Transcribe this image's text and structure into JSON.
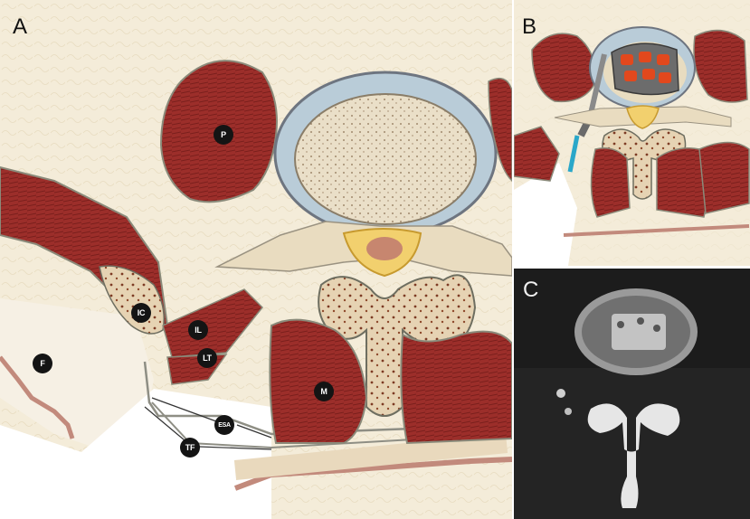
{
  "panels": {
    "a": {
      "letter": "A"
    },
    "b": {
      "letter": "B"
    },
    "c": {
      "letter": "C"
    }
  },
  "labels": {
    "p": "P",
    "ic": "IC",
    "il": "IL",
    "lt": "LT",
    "f": "F",
    "m": "M",
    "esa": "ESA",
    "tf": "TF"
  },
  "colors": {
    "fat_background": "#f3ead6",
    "muscle": "#9c2e2a",
    "muscle_dark": "#6f1c1a",
    "bone_tan": "#e8dcc0",
    "cartilage_blue": "#b9ccd8",
    "implant_orange": "#e2481d",
    "screw_blue": "#2aa7c9",
    "ct_background": "#1c1c1c"
  }
}
